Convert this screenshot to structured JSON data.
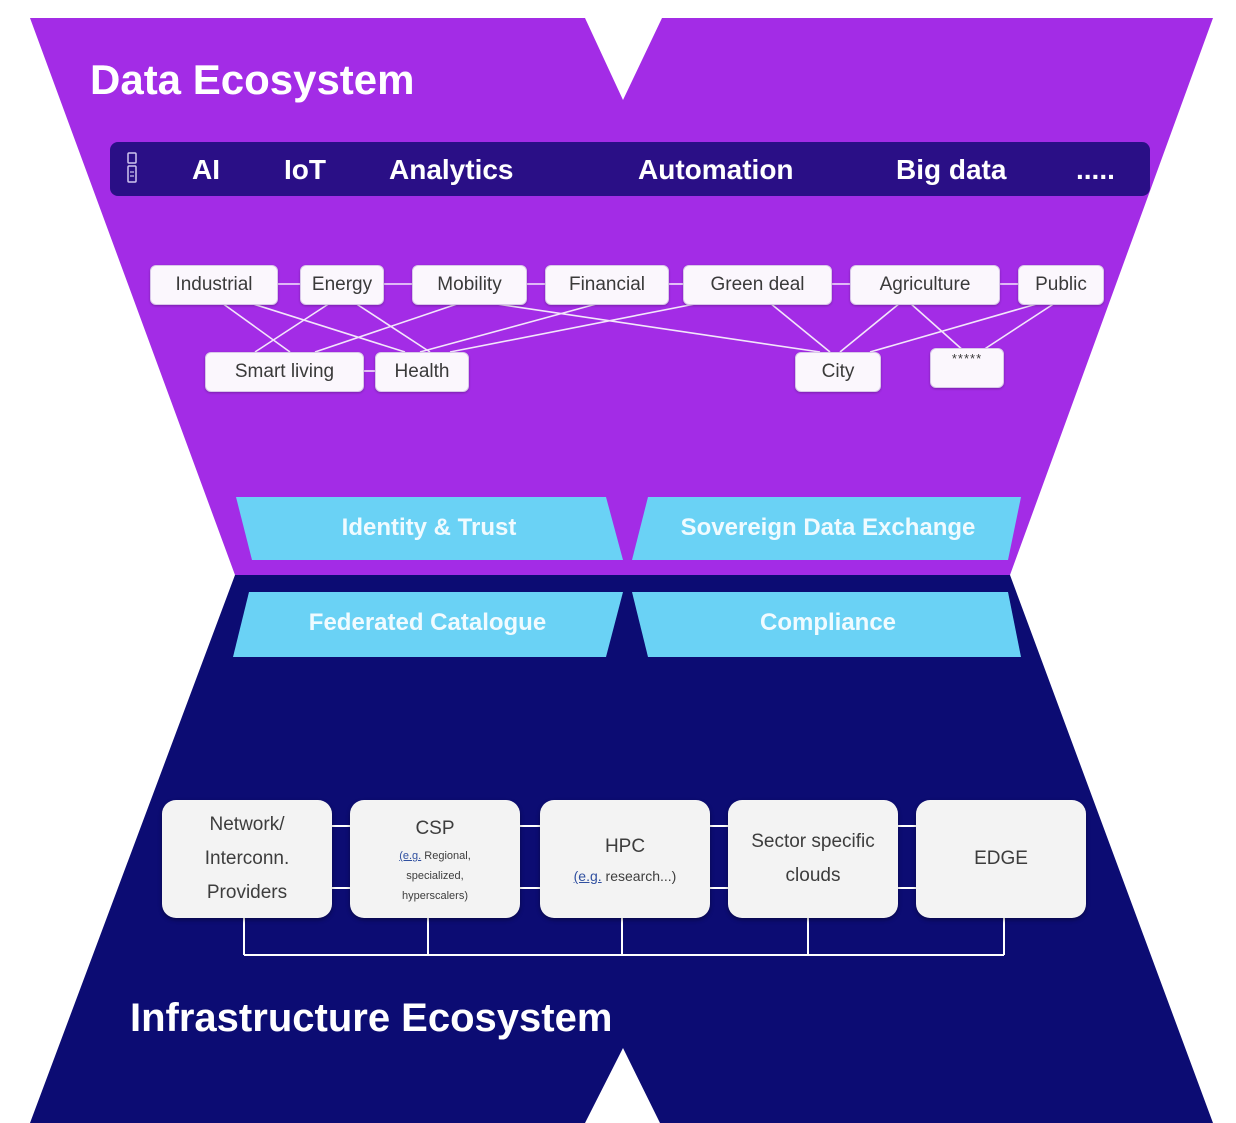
{
  "data_ecosystem": {
    "title": "Data Ecosystem",
    "technologies": [
      "AI",
      "IoT",
      "Analytics",
      "Automation",
      "Big data",
      "....."
    ],
    "domains_top": [
      "Industrial",
      "Energy",
      "Mobility",
      "Financial",
      "Green deal",
      "Agriculture",
      "Public"
    ],
    "domains_bottom": [
      "Smart living",
      "Health",
      "City",
      "*****"
    ]
  },
  "services": {
    "identity_trust": "Identity & Trust",
    "sovereign_data_exchange": "Sovereign Data Exchange",
    "federated_catalogue": "Federated Catalogue",
    "compliance": "Compliance"
  },
  "infrastructure_ecosystem": {
    "title": "Infrastructure Ecosystem",
    "providers": {
      "network": [
        "Network/",
        "Interconn.",
        "Providers"
      ],
      "csp": {
        "name": "CSP",
        "eg": "(e.g.",
        "detail_1": "Regional,",
        "detail_2": "specialized,",
        "detail_3": "hyperscalers)"
      },
      "hpc": {
        "name": "HPC",
        "eg": "(e.g.",
        "detail": "research...)"
      },
      "sector": [
        "Sector specific",
        "clouds"
      ],
      "edge": "EDGE"
    }
  },
  "colors": {
    "data_purple": "#a32ce6",
    "infra_navy": "#0c0c73",
    "tech_bar": "#2a0f86",
    "service_blue": "#6ad2f5",
    "domain_box": "#fbf7fd"
  },
  "icons": {
    "tech_bar_icon": "device-icon"
  }
}
